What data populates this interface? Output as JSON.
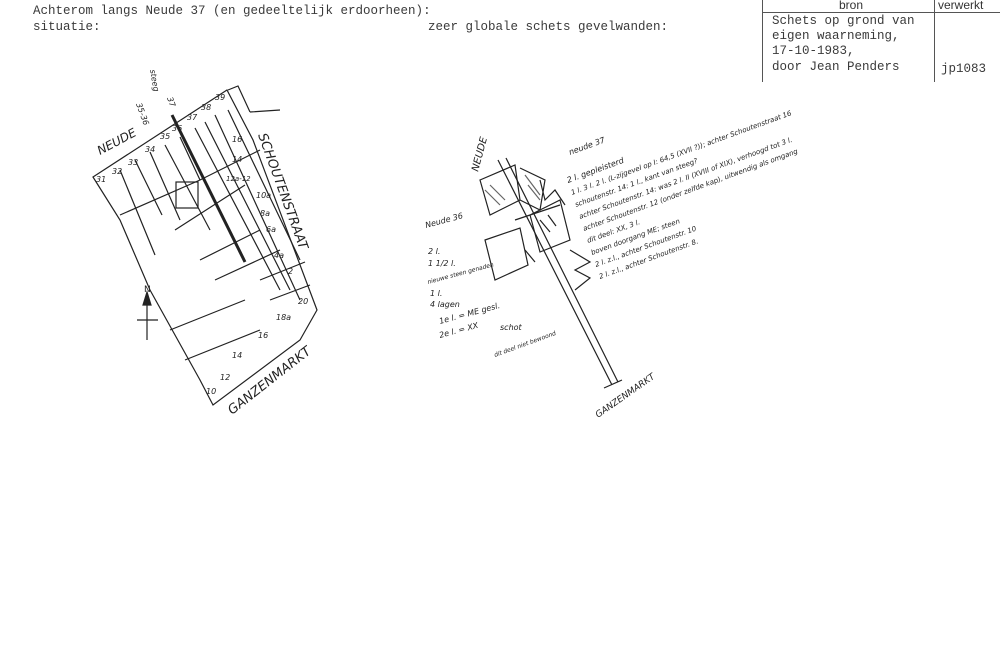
{
  "heading": {
    "line1": "Achterom langs Neude 37 (en gedeeltelijk erdoorheen):",
    "line2_left": "situatie:",
    "line2_right": "zeer globale schets gevelwanden:"
  },
  "source_box": {
    "header_source": "bron",
    "header_processed": "verwerkt",
    "source_lines": [
      "Schets op grond van",
      "eigen waarneming,",
      "17-10-1983,",
      "door Jean Penders"
    ],
    "processed": "jp1083"
  },
  "situation_sketch": {
    "streets": [
      "NEUDE",
      "SCHOUTENSTRAAT",
      "GANZENMARKT"
    ],
    "north_label": "N",
    "annotations": [
      "steeg",
      "35-36",
      "37"
    ],
    "house_numbers": [
      "31",
      "32",
      "33",
      "34",
      "35",
      "36",
      "37",
      "38",
      "39",
      "16",
      "14",
      "12a-12",
      "10a",
      "8a",
      "6a",
      "4a",
      "2",
      "20",
      "18a",
      "16",
      "14",
      "12",
      "10"
    ]
  },
  "facade_sketch": {
    "streets": [
      "NEUDE",
      "GANZENMARKT"
    ],
    "notes": [
      "neude 37",
      "2 l. gepleisterd",
      "1 l. 3 l. 2 l. (L-zijgevel op I: 64,5 (XVII ?)); achter Schoutenstraat 16",
      "schoutenstr. 14: 1 l., kant van steeg?",
      "achter Schoutenstr. 14: was 2 l. II (XVIII of XIX), verhoogd tot 3 l.",
      "achter Schoutenstr. 12 (onder zelfde kap), uitwendig als omgang",
      "dit deel: XX, 3 l.",
      "boven doorgang ME; steen",
      "2 l. z.l., achter Schoutenstr. 10",
      "2 l. z.l., achter Schoutenstr. 8."
    ],
    "left_notes": [
      "Neude 36",
      "2 l.",
      "1 1/2 l.",
      "nieuwe steen genaden",
      "1 l.",
      "4 lagen",
      "1e l. = ME gesl.",
      "2e l. = XX",
      "schot",
      "dit deel niet bewoond"
    ]
  }
}
